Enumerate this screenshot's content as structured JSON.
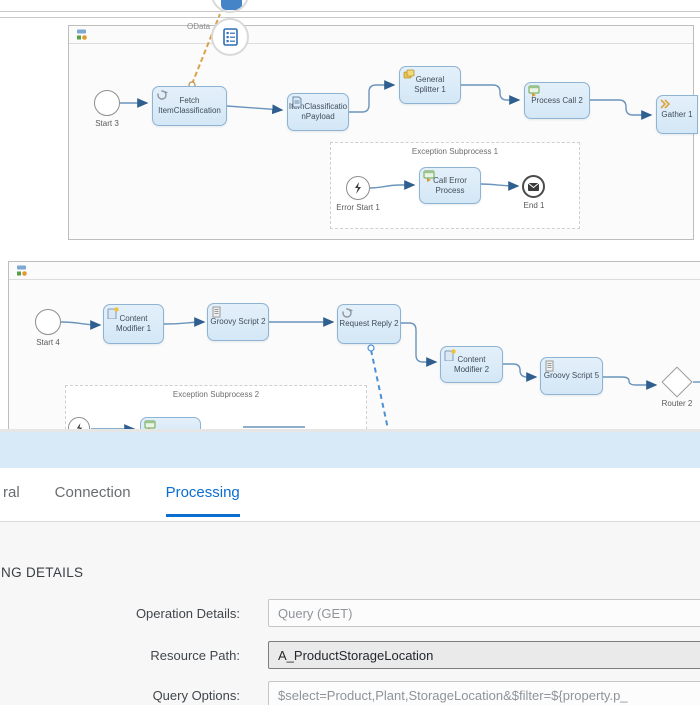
{
  "diagram": {
    "process1": {
      "odata_label": "OData",
      "exception_title": "Exception Subprocess 1",
      "nodes": {
        "start": "Start 3",
        "fetch": "Fetch ItemClassification",
        "payload": "ItemClassificatio nPayload",
        "splitter": "General Splitter 1",
        "process_call": "Process Call 2",
        "gather": "Gather 1",
        "error_start": "Error Start 1",
        "call_error": "Call Error Process",
        "end": "End 1"
      }
    },
    "process2": {
      "exception_title": "Exception Subprocess 2",
      "nodes": {
        "start": "Start 4",
        "content_modifier_1": "Content Modifier 1",
        "groovy_script_2": "Groovy Script 2",
        "request_reply_2": "Request Reply 2",
        "content_modifier_2": "Content Modifier 2",
        "groovy_script_5": "Groovy Script 5",
        "router": "Router 2"
      }
    }
  },
  "panel": {
    "tabs": [
      {
        "label": "ral",
        "active": false
      },
      {
        "label": "Connection",
        "active": false
      },
      {
        "label": "Processing",
        "active": true
      }
    ],
    "section_title": "ING DETAILS",
    "fields": [
      {
        "label": "Operation Details:",
        "value": "Query (GET)"
      },
      {
        "label": "Resource Path:",
        "value": "A_ProductStorageLocation"
      },
      {
        "label": "Query Options:",
        "value": "$select=Product,Plant,StorageLocation&$filter=${property.p_"
      }
    ]
  },
  "colors": {
    "tab_active": "#0a6ed1",
    "node_fill": "#d9eaf8",
    "node_border": "#8fb3d2",
    "band": "#d8eaf8",
    "dashed_channel_orange": "#d9a24a",
    "dashed_channel_blue": "#4a90d2"
  }
}
